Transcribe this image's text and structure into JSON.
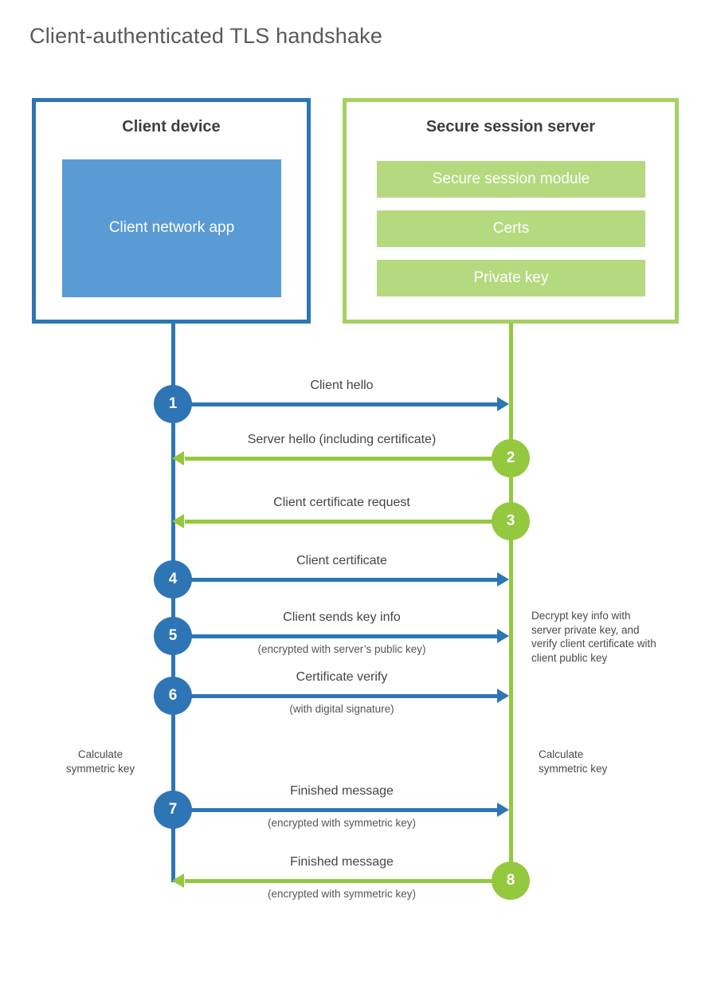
{
  "title": "Client-authenticated TLS handshake",
  "colors": {
    "blue": "#2e75b6",
    "blue_fill": "#5b9bd5",
    "green": "#94c83f",
    "green_border": "#a5d163",
    "green_fill": "#b5d97f"
  },
  "client": {
    "title": "Client device",
    "module": "Client network app"
  },
  "server": {
    "title": "Secure session server",
    "modules": [
      "Secure session module",
      "Certs",
      "Private key"
    ]
  },
  "steps": [
    {
      "num": "1",
      "label": "Client hello",
      "sub": "",
      "from": "client",
      "direction": "right"
    },
    {
      "num": "2",
      "label": "Server hello (including certificate)",
      "sub": "",
      "from": "server",
      "direction": "left"
    },
    {
      "num": "3",
      "label": "Client certificate request",
      "sub": "",
      "from": "server",
      "direction": "left"
    },
    {
      "num": "4",
      "label": "Client certificate",
      "sub": "",
      "from": "client",
      "direction": "right"
    },
    {
      "num": "5",
      "label": "Client sends key info",
      "sub": "(encrypted with server’s public key)",
      "from": "client",
      "direction": "right"
    },
    {
      "num": "6",
      "label": "Certificate verify",
      "sub": "(with digital signature)",
      "from": "client",
      "direction": "right"
    },
    {
      "num": "7",
      "label": "Finished message",
      "sub": "(encrypted with symmetric key)",
      "from": "client",
      "direction": "right"
    },
    {
      "num": "8",
      "label": "Finished message",
      "sub": "(encrypted with symmetric key)",
      "from": "server",
      "direction": "left"
    }
  ],
  "notes": {
    "decrypt": "Decrypt key info with server private key, and verify client certificate with client public key",
    "calc_left": "Calculate symmetric key",
    "calc_right": "Calculate symmetric key"
  }
}
